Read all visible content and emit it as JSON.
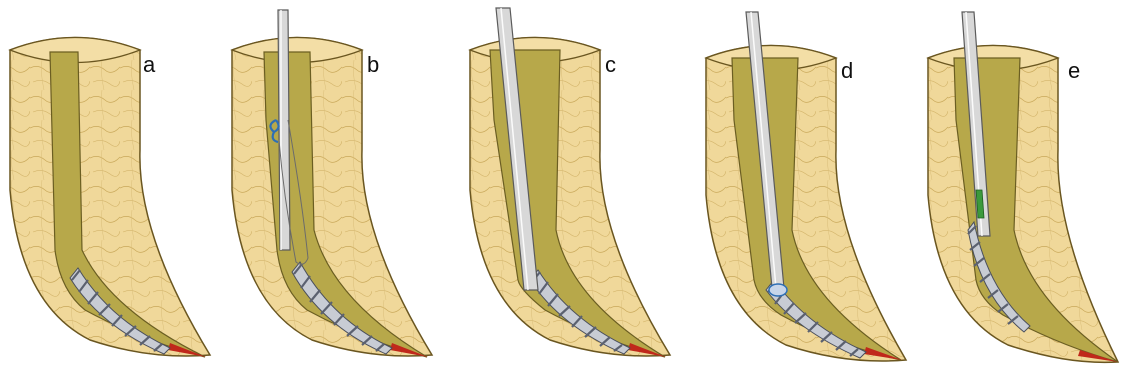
{
  "figure": {
    "panels": [
      {
        "label": "a",
        "instrument": "none"
      },
      {
        "label": "b",
        "instrument": "wire-loop"
      },
      {
        "label": "c",
        "instrument": "tube"
      },
      {
        "label": "d",
        "instrument": "tube-engaged"
      },
      {
        "label": "e",
        "instrument": "tube-extracting"
      }
    ],
    "colors": {
      "dentin": "#f0d89a",
      "dentin_edge": "#6a5620",
      "canal": "#b7a84a",
      "canal_edge": "#6b5e22",
      "fragment": "#c8ccd4",
      "fragment_stripe": "#5b6170",
      "apex": "#c0281b",
      "instrument": "#d8d8d8",
      "wire": "#2e6fb5",
      "tab": "#3c9a3c"
    }
  }
}
